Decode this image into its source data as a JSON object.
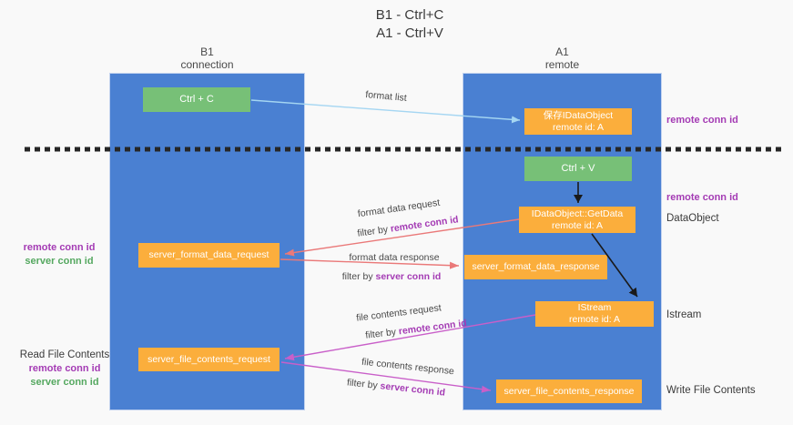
{
  "title": {
    "line1": "B1 - Ctrl+C",
    "line2": "A1 - Ctrl+V"
  },
  "columns": {
    "left": {
      "name": "B1",
      "role": "connection"
    },
    "right": {
      "name": "A1",
      "role": "remote"
    }
  },
  "boxes": {
    "ctrl_c": {
      "label": "Ctrl + C"
    },
    "save_obj": {
      "line1": "保存IDataObject",
      "line2": "remote id: A"
    },
    "ctrl_v": {
      "label": "Ctrl + V"
    },
    "getdata": {
      "line1": "IDataObject::GetData",
      "line2": "remote id: A"
    },
    "fmt_request": {
      "label": "server_format_data_request"
    },
    "fmt_response": {
      "label": "server_format_data_response"
    },
    "istream": {
      "line1": "IStream",
      "line2": "remote id: A"
    },
    "file_request": {
      "label": "server_file_contents_request"
    },
    "file_response": {
      "label": "server_file_contents_response"
    }
  },
  "arrows": {
    "format_list": {
      "label": "format list"
    },
    "fmt_req": {
      "line1": "format data request",
      "prefix": "filter by ",
      "key": "remote conn id"
    },
    "fmt_resp": {
      "line1": "format data response",
      "prefix": "filter by ",
      "key": "server conn id"
    },
    "file_req": {
      "line1": "file contents request",
      "prefix": "filter by ",
      "key": "remote conn id"
    },
    "file_resp": {
      "line1": "file contents response",
      "prefix": "filter by ",
      "key": "server conn id"
    }
  },
  "annotations": {
    "right_remote_conn_1": "remote conn id",
    "right_remote_conn_2": "remote conn id",
    "dataobject": "DataObject",
    "istream": "Istream",
    "write_file": "Write File Contents",
    "left_remote_conn_1": "remote conn id",
    "left_server_conn_1": "server conn id",
    "read_file": "Read File Contents",
    "left_remote_conn_2": "remote conn id",
    "left_server_conn_2": "server conn id"
  },
  "colors": {
    "background": "#f9f9f9",
    "column_blue": "#4a80d2",
    "box_green": "#77c077",
    "box_orange": "#fbae3c",
    "arrow_blue": "#a5d6f2",
    "arrow_red": "#ea7979",
    "arrow_magenta": "#c95fc9",
    "arrow_black": "#1a1a1a",
    "text_purple": "#a43bb4",
    "text_green": "#55a860"
  }
}
